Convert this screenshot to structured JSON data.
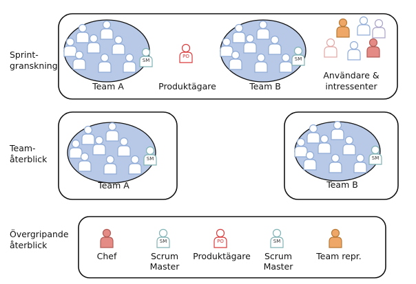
{
  "row_labels": {
    "sprint_review": [
      "Sprint-",
      "granskning"
    ],
    "team_retro": [
      "Team-",
      "återblick"
    ],
    "overall_retro": [
      "Övergripande",
      "återblick"
    ]
  },
  "sprint_review": {
    "team_a": "Team A",
    "product_owner": "Produktägare",
    "team_b": "Team B",
    "stakeholders": [
      "Användare &",
      "intressenter"
    ]
  },
  "team_retro": {
    "team_a": "Team A",
    "team_b": "Team B"
  },
  "overall_retro": {
    "chef": "Chef",
    "scrum_master_1": [
      "Scrum",
      "Master"
    ],
    "product_owner": "Produktägare",
    "scrum_master_2": [
      "Scrum",
      "Master"
    ],
    "team_rep": "Team repr."
  },
  "badges": {
    "sm": "SM",
    "po": "PO"
  },
  "colors": {
    "team_fill": "#b7c9e6",
    "person_outline": "#8eaad6",
    "sm_outline": "#7fb2b4",
    "po_red": "#d93a3a",
    "chef_fill": "#e58b86",
    "rep_fill": "#eea767",
    "stroke": "#111111"
  }
}
